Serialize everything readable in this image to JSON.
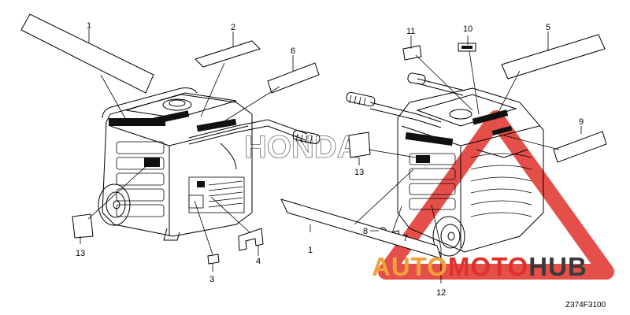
{
  "callouts": [
    {
      "num": "1",
      "label_pos": "a"
    },
    {
      "num": "2"
    },
    {
      "num": "6"
    },
    {
      "num": "13"
    },
    {
      "num": "3"
    },
    {
      "num": "4"
    },
    {
      "num": "11"
    },
    {
      "num": "10"
    },
    {
      "num": "5"
    },
    {
      "num": "9"
    },
    {
      "num": "13"
    },
    {
      "num": "8"
    },
    {
      "num": "7"
    },
    {
      "num": "1"
    },
    {
      "num": "12"
    }
  ],
  "diagram_code": "Z374F3100",
  "watermark": {
    "part1": "AUTO",
    "part2": "MOTO",
    "part3": "HUB",
    "colors": {
      "red": "#e0302a",
      "orange": "#f2a23a",
      "dark": "#3a3a3a"
    }
  },
  "cover_text": "HONDA"
}
